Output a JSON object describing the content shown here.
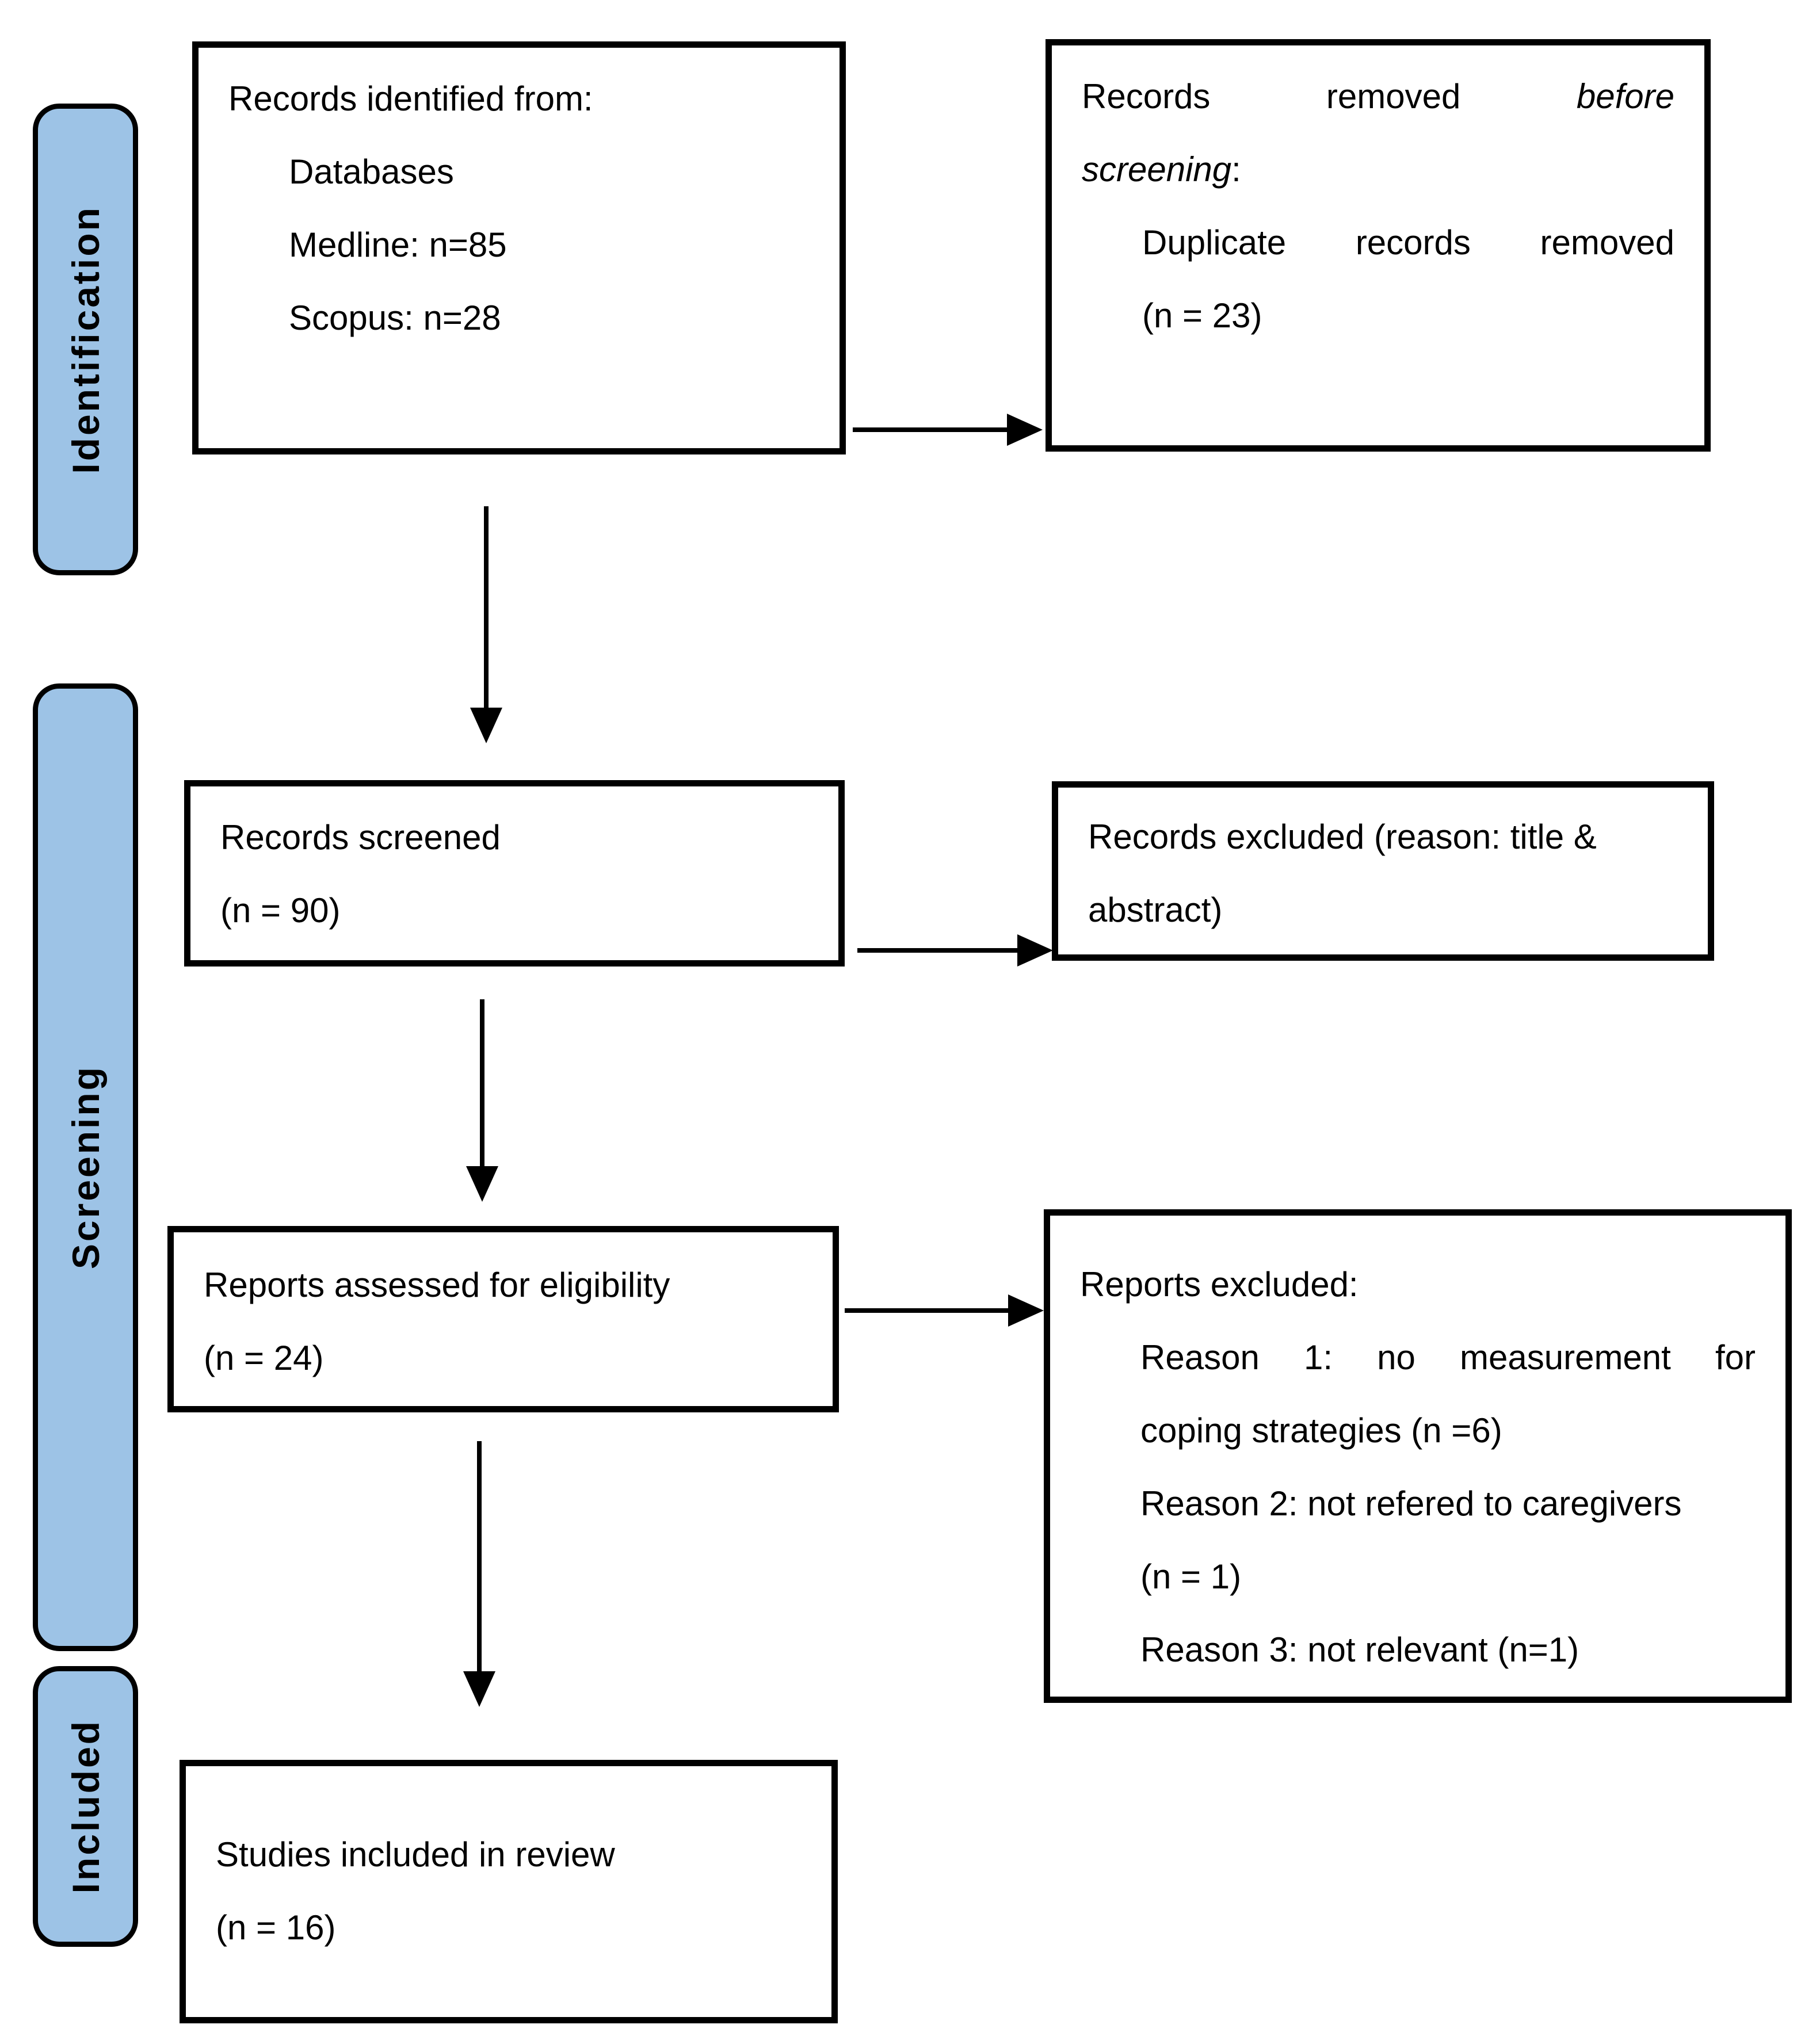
{
  "stages": {
    "identification": "Identification",
    "screening": "Screening",
    "included": "Included"
  },
  "boxes": {
    "identified": {
      "title": "Records identified from:",
      "items": [
        "Databases",
        "Medline: n=85",
        "Scopus: n=28"
      ]
    },
    "removed": {
      "line1_normal": "Records removed",
      "line1_italic": "before",
      "line2_italic": "screening",
      "line2_suffix": ":",
      "item_line1": "Duplicate records removed",
      "item_line2": "(n = 23)"
    },
    "screened": {
      "line1": "Records screened",
      "line2": "(n = 90)"
    },
    "excluded_records": {
      "line1": "Records excluded (reason: title &",
      "line2": "abstract)"
    },
    "assessed": {
      "line1": "Reports assessed for eligibility",
      "line2": "(n = 24)"
    },
    "excluded_reports": {
      "title": "Reports excluded:",
      "reason1_line1": "Reason 1: no measurement for",
      "reason1_line2": "coping strategies (n =6)",
      "reason2_line1": "Reason 2: not refered to caregivers",
      "reason2_line2": "(n = 1)",
      "reason3": "Reason 3: not relevant (n=1)"
    },
    "included_studies": {
      "line1": "Studies included in review",
      "line2": "(n = 16)"
    }
  },
  "colors": {
    "stage_fill": "#9dc3e6",
    "line_color": "#000000",
    "background": "#ffffff"
  }
}
